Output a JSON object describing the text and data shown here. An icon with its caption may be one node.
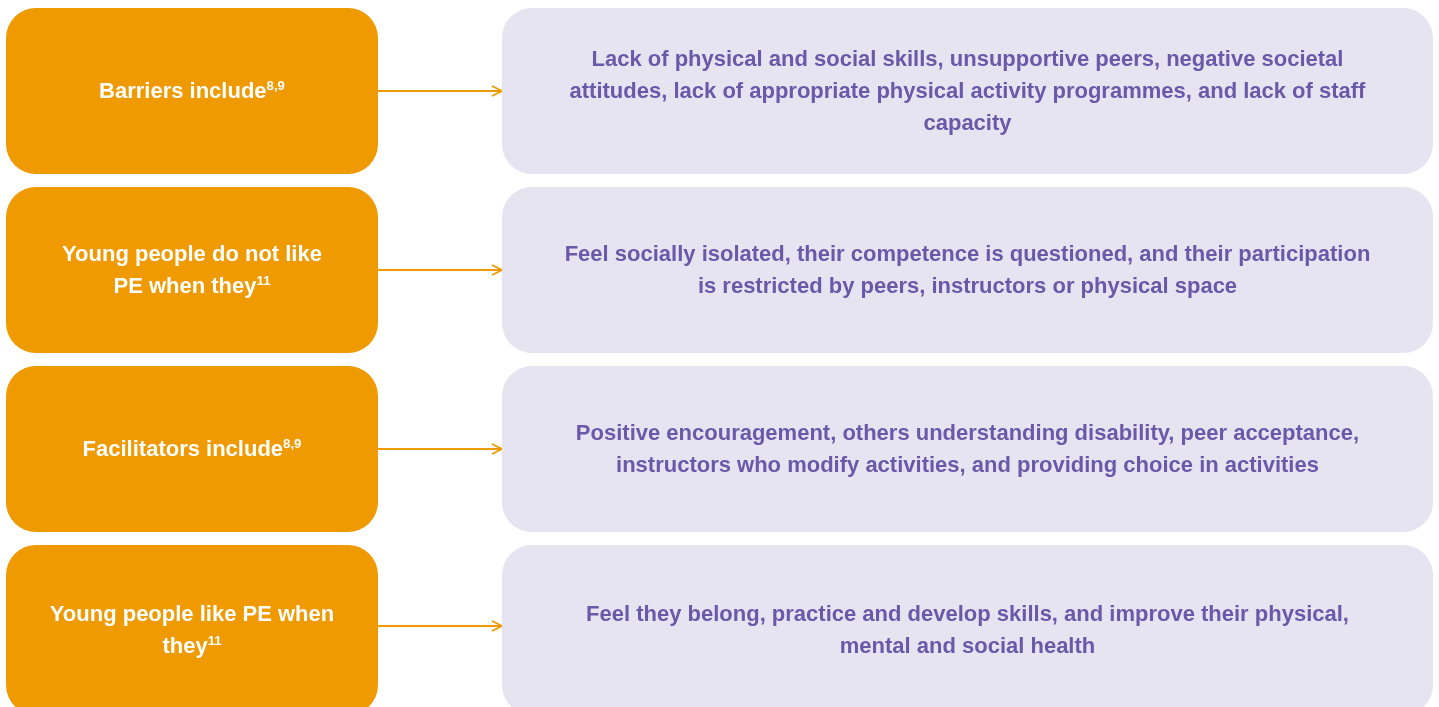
{
  "diagram": {
    "nodes": [
      {
        "text": [
          "Barriers include$^{8,9}$"
        ]
      },
      {
        "text": [
          "Lack of physical and social skills, unsupportive peers, negative societal attitudes, lack of appropriate physical activity programmes, and lack of staff capacity"
        ]
      },
      {
        "text": [
          "Young people do not like PE when they$^{11}$"
        ]
      },
      {
        "text": [
          "Feel socially isolated, their competence is questioned, and their participation is restricted by peers, instructors or physical space"
        ]
      },
      {
        "text": [
          "Facilitators include$^{8,9}$"
        ]
      },
      {
        "text": [
          "Positive encouragement, others understanding disability, peer acceptance, instructors who modify activities, and providing choice in activities"
        ]
      },
      {
        "text": [
          "Young people like PE when they$^{11}$"
        ]
      },
      {
        "text": [
          "Feel they belong, practice and develop skills, and improve their physical, mental and social health"
        ]
      }
    ],
    "edges": [
      {
        "from": 0,
        "to": 1,
        "arrow": "to"
      },
      {
        "from": 2,
        "to": 3,
        "arrow": "to"
      },
      {
        "from": 4,
        "to": 5,
        "arrow": "to"
      },
      {
        "from": 6,
        "to": 7,
        "arrow": "to"
      }
    ]
  }
}
